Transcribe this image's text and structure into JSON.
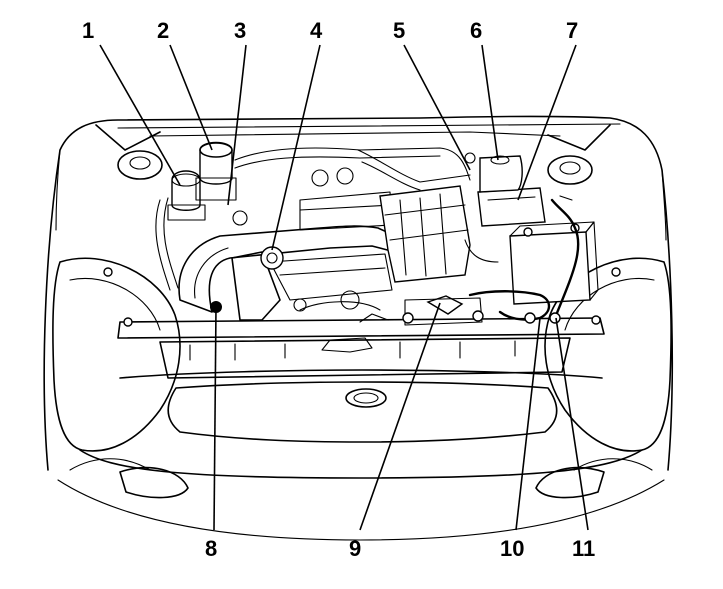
{
  "callouts": [
    {
      "id": "c1",
      "label": "1"
    },
    {
      "id": "c2",
      "label": "2"
    },
    {
      "id": "c3",
      "label": "3"
    },
    {
      "id": "c4",
      "label": "4"
    },
    {
      "id": "c5",
      "label": "5"
    },
    {
      "id": "c6",
      "label": "6"
    },
    {
      "id": "c7",
      "label": "7"
    },
    {
      "id": "c8",
      "label": "8"
    },
    {
      "id": "c9",
      "label": "9"
    },
    {
      "id": "c10",
      "label": "10"
    },
    {
      "id": "c11",
      "label": "11"
    }
  ]
}
